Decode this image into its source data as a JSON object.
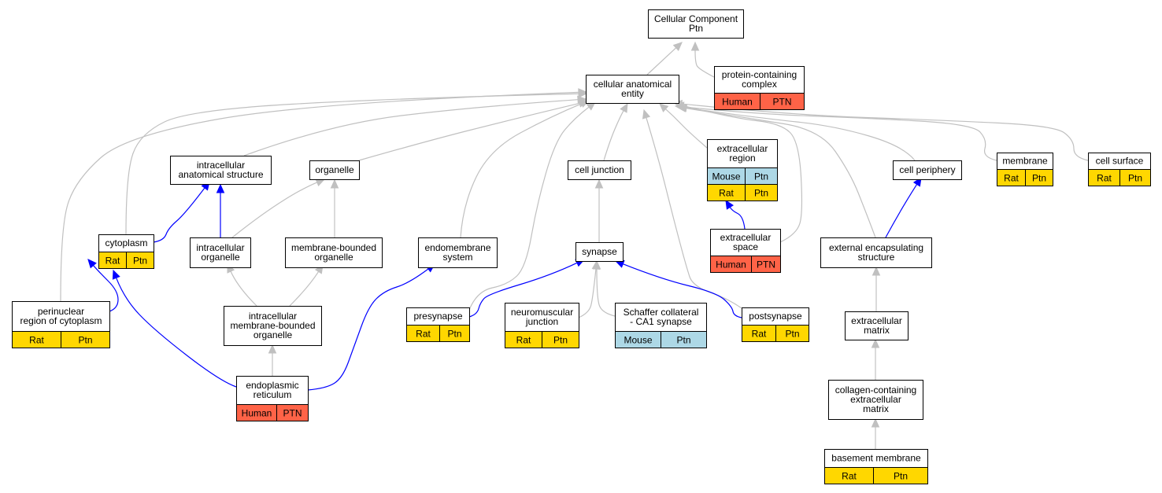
{
  "colors": {
    "rat": "#ffd700",
    "human": "#ff6347",
    "mouse": "#add8e6",
    "is_a_edge": "#c0c0c0",
    "part_of_edge": "#0000ff"
  },
  "nodes": [
    {
      "id": "cc",
      "label": [
        "Cellular Component",
        "Ptn"
      ],
      "annotations": []
    },
    {
      "id": "pcc",
      "label": [
        "protein-containing",
        "complex"
      ],
      "annotations": [
        {
          "species": "Human",
          "source": "PTN"
        }
      ]
    },
    {
      "id": "cae",
      "label": [
        "cellular anatomical",
        "entity"
      ],
      "annotations": []
    },
    {
      "id": "ias",
      "label": [
        "intracellular",
        "anatomical structure"
      ],
      "annotations": []
    },
    {
      "id": "org",
      "label": [
        "organelle"
      ],
      "annotations": []
    },
    {
      "id": "cj",
      "label": [
        "cell junction"
      ],
      "annotations": []
    },
    {
      "id": "er",
      "label": [
        "extracellular",
        "region"
      ],
      "annotations": [
        {
          "species": "Mouse",
          "source": "Ptn"
        },
        {
          "species": "Rat",
          "source": "Ptn"
        }
      ]
    },
    {
      "id": "cp",
      "label": [
        "cell periphery"
      ],
      "annotations": []
    },
    {
      "id": "mem",
      "label": [
        "membrane"
      ],
      "annotations": [
        {
          "species": "Rat",
          "source": "Ptn"
        }
      ]
    },
    {
      "id": "cs",
      "label": [
        "cell surface"
      ],
      "annotations": [
        {
          "species": "Rat",
          "source": "Ptn"
        }
      ]
    },
    {
      "id": "cyto",
      "label": [
        "cytoplasm"
      ],
      "annotations": [
        {
          "species": "Rat",
          "source": "Ptn"
        }
      ]
    },
    {
      "id": "io",
      "label": [
        "intracellular",
        "organelle"
      ],
      "annotations": []
    },
    {
      "id": "mbo",
      "label": [
        "membrane-bounded",
        "organelle"
      ],
      "annotations": []
    },
    {
      "id": "ems",
      "label": [
        "endomembrane",
        "system"
      ],
      "annotations": []
    },
    {
      "id": "syn",
      "label": [
        "synapse"
      ],
      "annotations": []
    },
    {
      "id": "es",
      "label": [
        "extracellular",
        "space"
      ],
      "annotations": [
        {
          "species": "Human",
          "source": "PTN"
        }
      ]
    },
    {
      "id": "ees",
      "label": [
        "external encapsulating",
        "structure"
      ],
      "annotations": []
    },
    {
      "id": "prc",
      "label": [
        "perinuclear",
        "region of cytoplasm"
      ],
      "annotations": [
        {
          "species": "Rat",
          "source": "Ptn"
        }
      ]
    },
    {
      "id": "imbo",
      "label": [
        "intracellular",
        "membrane-bounded",
        "organelle"
      ],
      "annotations": []
    },
    {
      "id": "pre",
      "label": [
        "presynapse"
      ],
      "annotations": [
        {
          "species": "Rat",
          "source": "Ptn"
        }
      ]
    },
    {
      "id": "nmj",
      "label": [
        "neuromuscular",
        "junction"
      ],
      "annotations": [
        {
          "species": "Rat",
          "source": "Ptn"
        }
      ]
    },
    {
      "id": "sch",
      "label": [
        "Schaffer collateral",
        "- CA1 synapse"
      ],
      "annotations": [
        {
          "species": "Mouse",
          "source": "Ptn"
        }
      ]
    },
    {
      "id": "post",
      "label": [
        "postsynapse"
      ],
      "annotations": [
        {
          "species": "Rat",
          "source": "Ptn"
        }
      ]
    },
    {
      "id": "ecm",
      "label": [
        "extracellular",
        "matrix"
      ],
      "annotations": []
    },
    {
      "id": "endo",
      "label": [
        "endoplasmic",
        "reticulum"
      ],
      "annotations": [
        {
          "species": "Human",
          "source": "PTN"
        }
      ]
    },
    {
      "id": "ccecm",
      "label": [
        "collagen-containing",
        "extracellular",
        "matrix"
      ],
      "annotations": []
    },
    {
      "id": "bm",
      "label": [
        "basement membrane"
      ],
      "annotations": [
        {
          "species": "Rat",
          "source": "Ptn"
        }
      ]
    }
  ],
  "edges": [
    {
      "from": "cae",
      "to": "cc",
      "type": "is_a"
    },
    {
      "from": "pcc",
      "to": "cc",
      "type": "is_a"
    },
    {
      "from": "ias",
      "to": "cae",
      "type": "is_a"
    },
    {
      "from": "org",
      "to": "cae",
      "type": "is_a"
    },
    {
      "from": "cj",
      "to": "cae",
      "type": "is_a"
    },
    {
      "from": "er",
      "to": "cae",
      "type": "is_a"
    },
    {
      "from": "cp",
      "to": "cae",
      "type": "is_a"
    },
    {
      "from": "mem",
      "to": "cae",
      "type": "is_a"
    },
    {
      "from": "cs",
      "to": "cae",
      "type": "is_a"
    },
    {
      "from": "cyto",
      "to": "cae",
      "type": "is_a"
    },
    {
      "from": "prc",
      "to": "cae",
      "type": "is_a"
    },
    {
      "from": "ems",
      "to": "cae",
      "type": "is_a"
    },
    {
      "from": "pre",
      "to": "cae",
      "type": "is_a"
    },
    {
      "from": "post",
      "to": "cae",
      "type": "is_a"
    },
    {
      "from": "es",
      "to": "cae",
      "type": "is_a"
    },
    {
      "from": "ees",
      "to": "cae",
      "type": "is_a"
    },
    {
      "from": "cyto",
      "to": "ias",
      "type": "part_of"
    },
    {
      "from": "io",
      "to": "ias",
      "type": "part_of"
    },
    {
      "from": "io",
      "to": "org",
      "type": "is_a"
    },
    {
      "from": "mbo",
      "to": "org",
      "type": "is_a"
    },
    {
      "from": "syn",
      "to": "cj",
      "type": "is_a"
    },
    {
      "from": "es",
      "to": "er",
      "type": "part_of"
    },
    {
      "from": "ees",
      "to": "cp",
      "type": "part_of"
    },
    {
      "from": "prc",
      "to": "cyto",
      "type": "part_of"
    },
    {
      "from": "endo",
      "to": "cyto",
      "type": "part_of"
    },
    {
      "from": "imbo",
      "to": "io",
      "type": "is_a"
    },
    {
      "from": "imbo",
      "to": "mbo",
      "type": "is_a"
    },
    {
      "from": "endo",
      "to": "ems",
      "type": "part_of"
    },
    {
      "from": "pre",
      "to": "syn",
      "type": "part_of"
    },
    {
      "from": "post",
      "to": "syn",
      "type": "part_of"
    },
    {
      "from": "nmj",
      "to": "syn",
      "type": "is_a"
    },
    {
      "from": "sch",
      "to": "syn",
      "type": "is_a"
    },
    {
      "from": "ecm",
      "to": "ees",
      "type": "is_a"
    },
    {
      "from": "endo",
      "to": "imbo",
      "type": "is_a"
    },
    {
      "from": "ccecm",
      "to": "ecm",
      "type": "is_a"
    },
    {
      "from": "bm",
      "to": "ccecm",
      "type": "is_a"
    }
  ]
}
